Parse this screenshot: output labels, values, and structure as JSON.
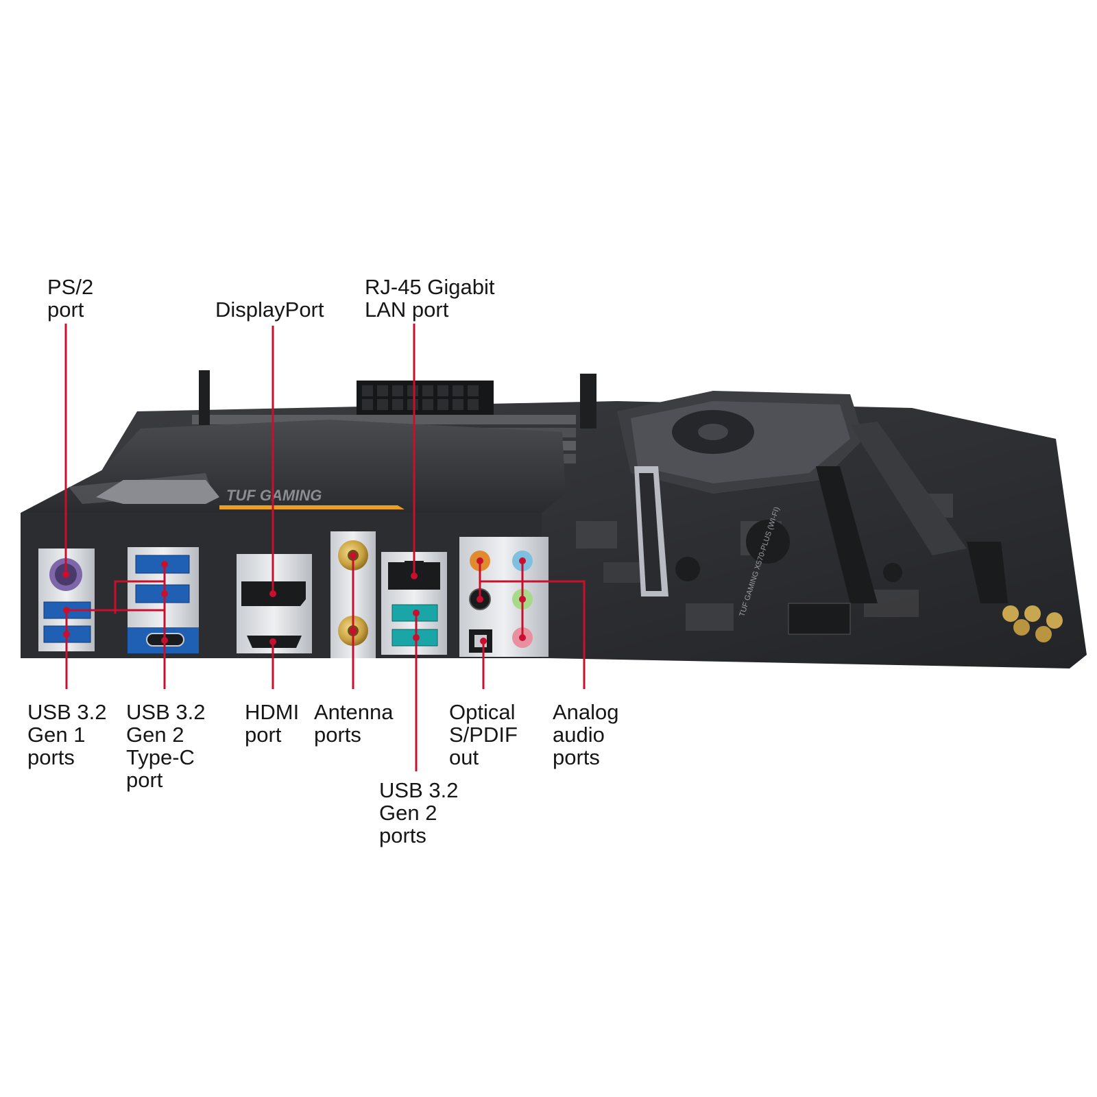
{
  "colors": {
    "callout": "#c8102e",
    "board_dark": "#2b2c2e",
    "shroud": "#3a3b3e",
    "io_shield": "#d7d9dc",
    "usb_blue": "#1f5fb4",
    "usb_teal": "#1aa6a6",
    "tuf_accent": "#e8a11e"
  },
  "board": {
    "brand_text": "TUF GAMING",
    "model_text": "TUF GAMING X570-PLUS (WI-FI)"
  },
  "labels": {
    "ps2": [
      "PS/2",
      "port"
    ],
    "displayport": [
      "DisplayPort"
    ],
    "rj45": [
      "RJ-45 Gigabit",
      "LAN port"
    ],
    "usb_gen1": [
      "USB 3.2",
      "Gen 1",
      "ports"
    ],
    "usb_gen2_typec": [
      "USB 3.2",
      "Gen 2",
      "Type-C",
      "port"
    ],
    "hdmi": [
      "HDMI",
      "port"
    ],
    "antenna": [
      "Antenna",
      "ports"
    ],
    "optical": [
      "Optical",
      "S/PDIF",
      "out"
    ],
    "analog_audio": [
      "Analog",
      "audio",
      "ports"
    ],
    "usb_gen2": [
      "USB 3.2",
      "Gen 2",
      "ports"
    ]
  }
}
